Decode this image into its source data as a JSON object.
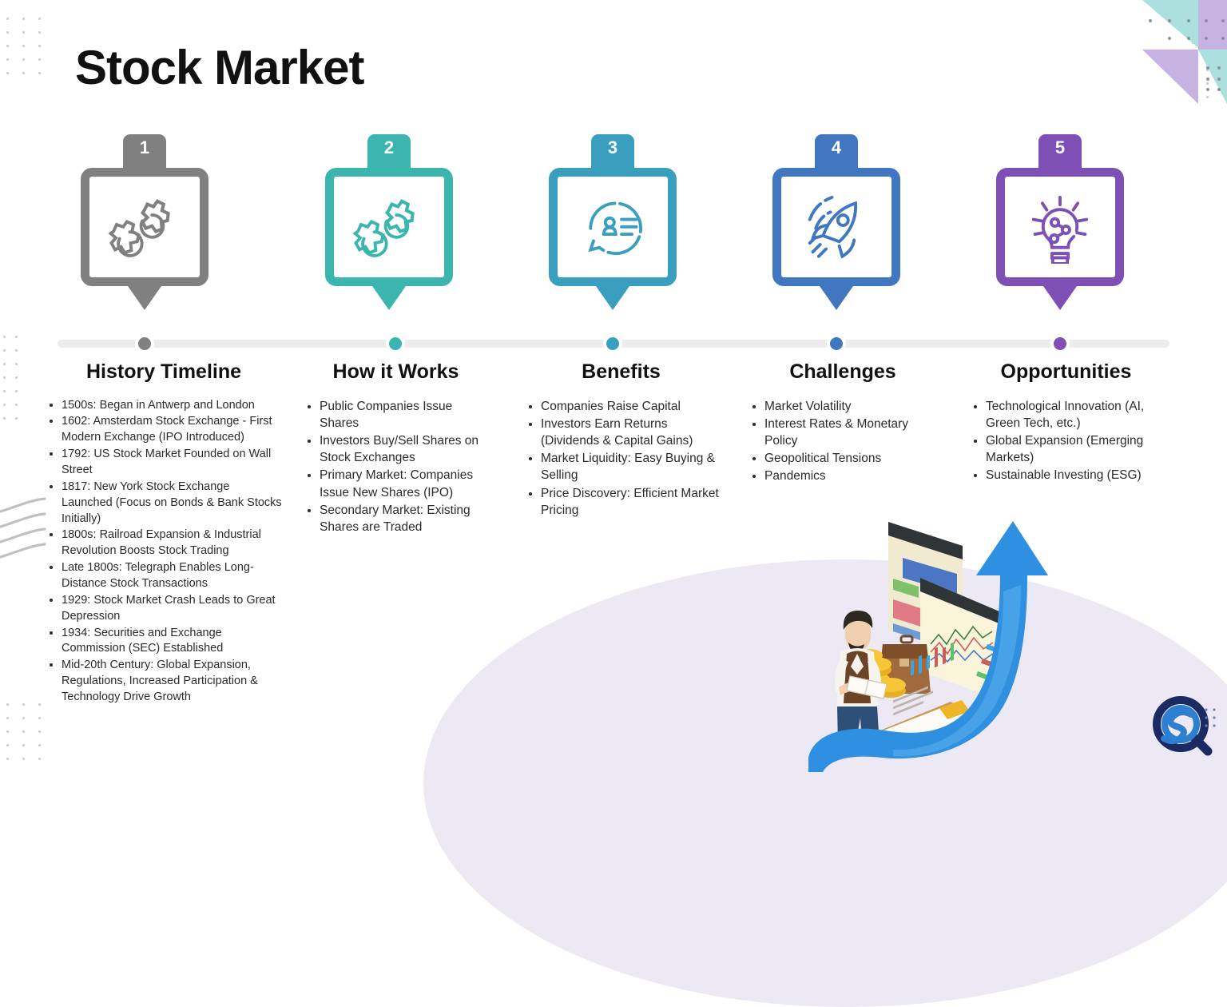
{
  "header": {
    "title": "Stock Market"
  },
  "theme": {
    "gray": "#808080",
    "teal": "#3BB5AE",
    "cyan": "#3A9FBF",
    "blue": "#4177C0",
    "purple": "#7E4FB5",
    "track": "#ececee",
    "ellipse": "#ece9f5"
  },
  "steps": [
    {
      "number": "1",
      "icon": "gears-icon",
      "color": "#808080"
    },
    {
      "number": "2",
      "icon": "gears-icon",
      "color": "#3BB5AE"
    },
    {
      "number": "3",
      "icon": "chat-profile-icon",
      "color": "#3A9FBF"
    },
    {
      "number": "4",
      "icon": "rocket-icon",
      "color": "#4177C0"
    },
    {
      "number": "5",
      "icon": "lightbulb-idea-icon",
      "color": "#7E4FB5"
    }
  ],
  "columns": [
    {
      "title": "History Timeline",
      "items": [
        "1500s: Began in Antwerp and London",
        "1602: Amsterdam Stock Exchange - First Modern Exchange (IPO Introduced)",
        "1792: US Stock Market Founded on Wall Street",
        "1817: New York Stock Exchange Launched (Focus on Bonds & Bank Stocks Initially)",
        "1800s: Railroad Expansion & Industrial Revolution Boosts Stock Trading",
        "Late 1800s: Telegraph Enables Long-Distance Stock Transactions",
        "1929: Stock Market Crash Leads to Great Depression",
        "1934: Securities and Exchange Commission (SEC) Established",
        "Mid-20th Century: Global Expansion, Regulations, Increased Participation & Technology Drive Growth"
      ]
    },
    {
      "title": "How it Works",
      "items": [
        "Public Companies Issue Shares",
        "Investors Buy/Sell Shares on Stock Exchanges",
        "Primary Market: Companies Issue New Shares (IPO)",
        "Secondary Market: Existing Shares are Traded"
      ]
    },
    {
      "title": "Benefits",
      "items": [
        "Companies Raise Capital",
        "Investors Earn Returns (Dividends & Capital Gains)",
        "Market Liquidity: Easy Buying & Selling",
        "Price Discovery: Efficient Market Pricing"
      ]
    },
    {
      "title": "Challenges",
      "items": [
        "Market Volatility",
        "Interest Rates & Monetary Policy",
        "Geopolitical Tensions",
        "Pandemics"
      ]
    },
    {
      "title": "Opportunities",
      "items": [
        "Technological Innovation (AI, Green Tech, etc.)",
        "Global Expansion (Emerging Markets)",
        "Sustainable Investing (ESG)"
      ]
    }
  ],
  "illustration": {
    "name": "investor-growth-arrow-illustration",
    "elements": [
      "businessman",
      "browser-window-chart",
      "briefcase",
      "gold-coins",
      "clipboard",
      "blue-growth-arrow"
    ]
  },
  "logo": {
    "name": "sq-logo",
    "letters": "SQ"
  }
}
